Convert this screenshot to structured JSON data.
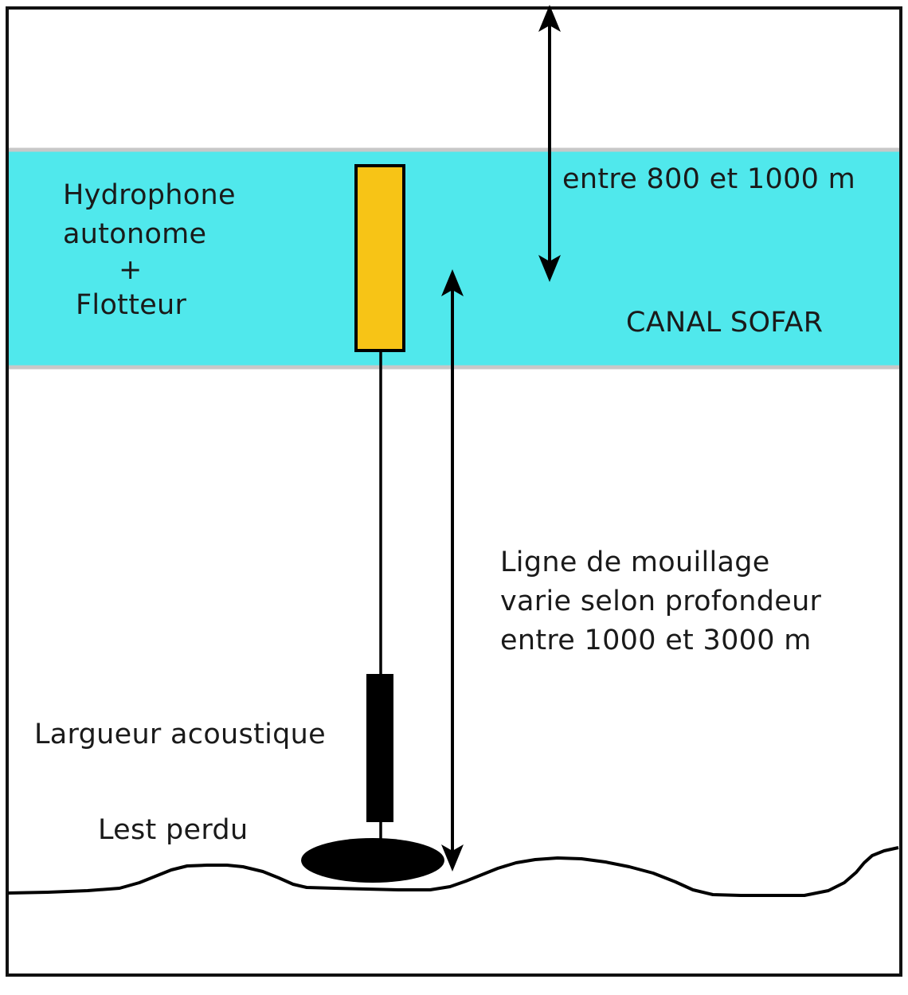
{
  "labels": {
    "hydrophone_line1": "Hydrophone",
    "hydrophone_line2": "autonome",
    "hydrophone_plus": "+",
    "hydrophone_line3": "Flotteur",
    "depth_range": "entre 800 et 1000 m",
    "sofar_channel": "CANAL SOFAR",
    "mooring_line1": "Ligne de mouillage",
    "mooring_line2": "varie selon profondeur",
    "mooring_line3": "entre 1000 et 3000 m",
    "acoustic_release": "Largueur acoustique",
    "lost_ballast": "Lest perdu"
  },
  "colors": {
    "sofar_band": "#50e8ec",
    "hydrophone_float": "#f7c416",
    "outline": "#000000",
    "background": "#ffffff"
  }
}
